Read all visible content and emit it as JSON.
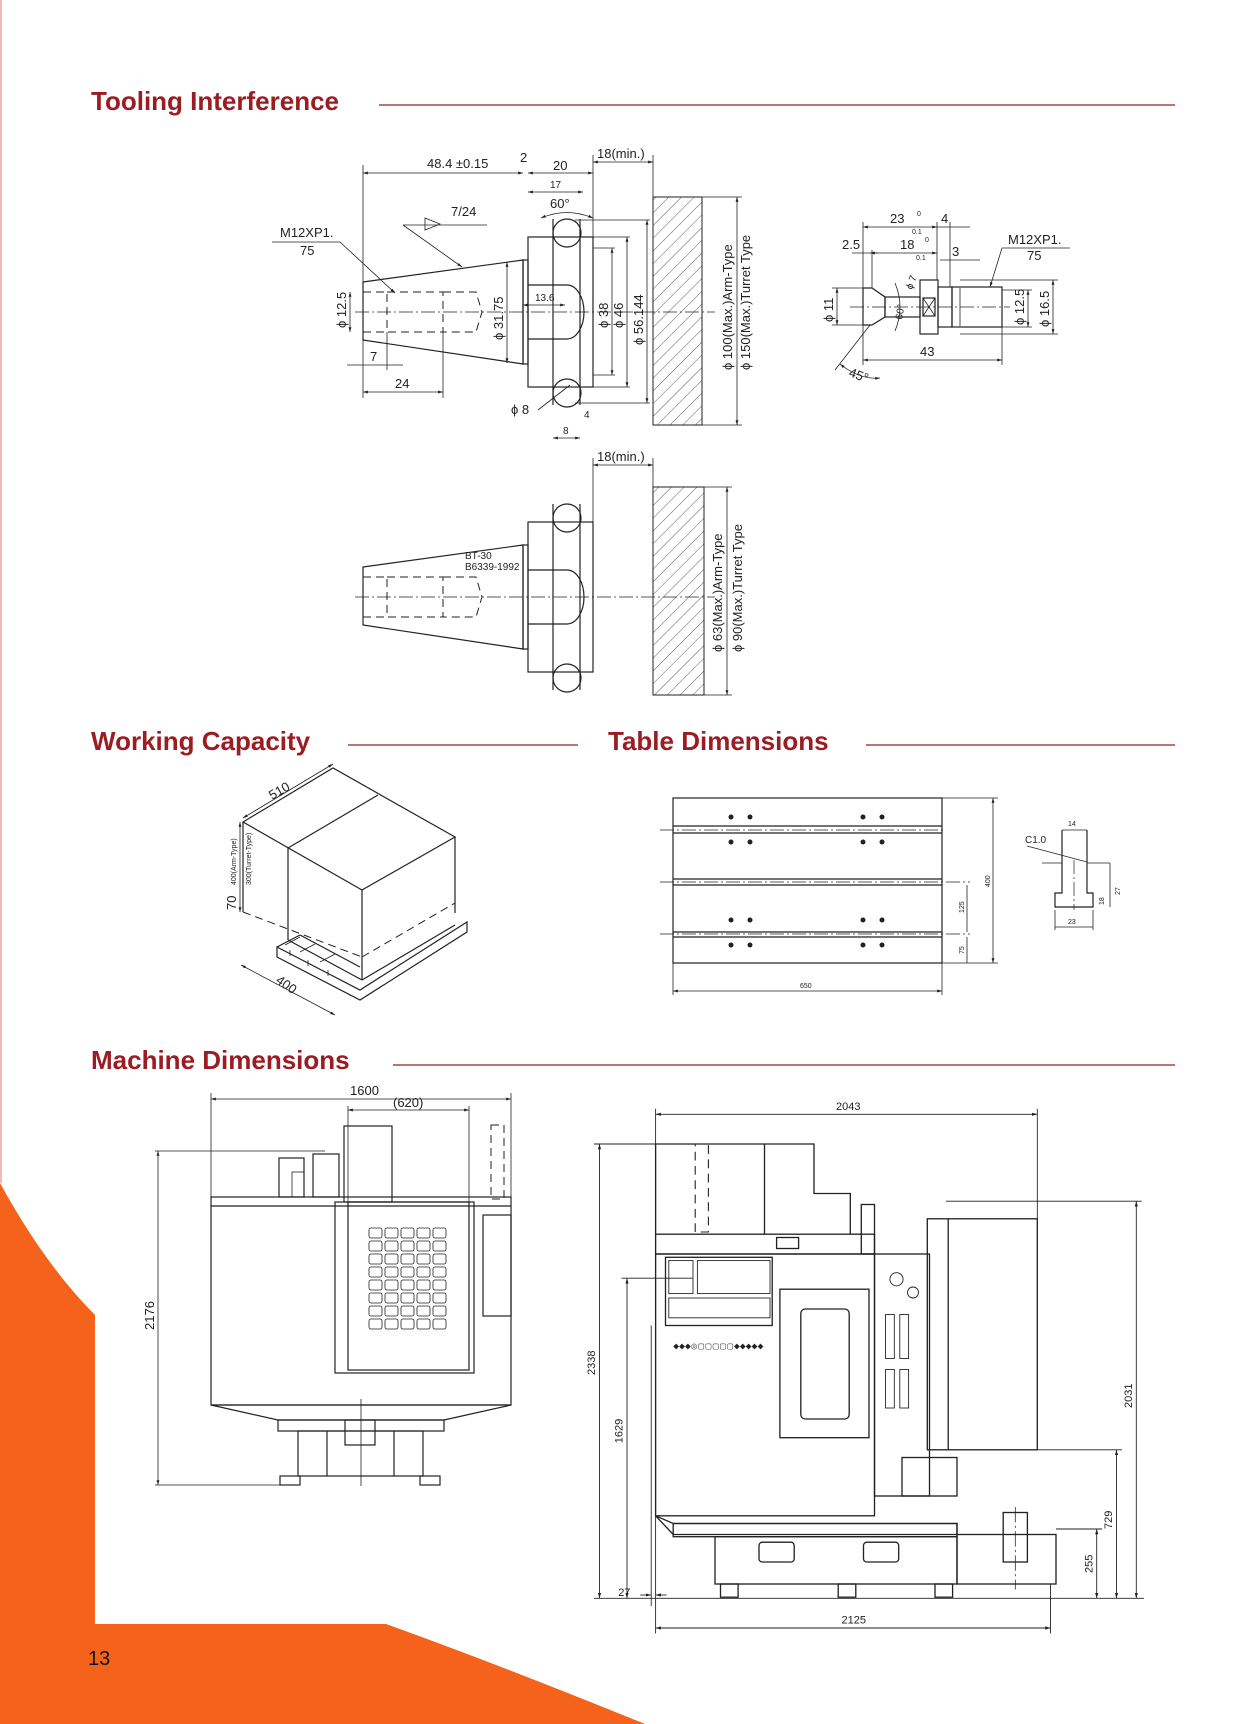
{
  "sections": {
    "tooling": "Tooling Interference",
    "working": "Working Capacity",
    "table": "Table Dimensions",
    "machine": "Machine Dimensions"
  },
  "page_number": "13",
  "colors": {
    "heading": "#9b1c22",
    "accent_orange": "#f5621b"
  },
  "tooling": {
    "holder": {
      "d48": "48.4 ±0.15",
      "d2": "2",
      "d20": "20",
      "d17": "17",
      "d18min": "18(min.)",
      "taper": "7/24",
      "thread": "M12XP1.",
      "thread_pitch": "75",
      "angle60": "60°",
      "d12_5": "ϕ 12.5",
      "d7": "7",
      "d24": "24",
      "d31_75": "ϕ 31.75",
      "d13_6": "13.6",
      "d38": "ϕ 38",
      "d46": "ϕ 46",
      "d56": "ϕ 56.144",
      "d100": "ϕ 100(Max.)Arm-Type",
      "d150": "ϕ 150(Max.)Turret Type",
      "phi8": "ϕ 8",
      "d4": "4",
      "d8": "8"
    },
    "bt30": {
      "d18min": "18(min.)",
      "label1": "BT-30",
      "label2": "B6339-1992",
      "d63": "ϕ 63(Max.)Arm-Type",
      "d90": "ϕ 90(Max.)Turret Type"
    },
    "pull_stud": {
      "d23": "23",
      "d23_tol_upper": "0",
      "d23_tol_lower": "0.1",
      "d18": "18",
      "d18_tol_upper": "0",
      "d18_tol_lower": "0.1",
      "d4": "4",
      "d2_5": "2.5",
      "d3": "3",
      "thread": "M12XP1.",
      "thread_pitch": "75",
      "d11": "ϕ 11",
      "d7": "ϕ 7",
      "angle60": "60°",
      "angle45": "45°",
      "d12_5": "ϕ 12.5",
      "d16_5": "ϕ 16.5",
      "d43": "43"
    }
  },
  "working_capacity": {
    "x": "510",
    "y": "400",
    "z_arm": "400(Arm-Type)",
    "z_turret": "300(Turret-Type)",
    "clearance": "70"
  },
  "table_dims": {
    "length": "650",
    "width": "400",
    "slot_pitch": "125",
    "edge": "75",
    "slot_top": "14",
    "chamfer": "C1.0",
    "slot_bottom": "23",
    "slot_depth": "27",
    "slot_head": "18"
  },
  "machine_dims": {
    "front": {
      "width": "1600",
      "column": "(620)",
      "height": "2176"
    },
    "side": {
      "depth": "2043",
      "overall_height": "2338",
      "table_height": "1629",
      "cabinet_height": "2031",
      "cabinet_base": "729",
      "tank_height": "255",
      "offset": "27",
      "overall_depth": "2125"
    }
  }
}
